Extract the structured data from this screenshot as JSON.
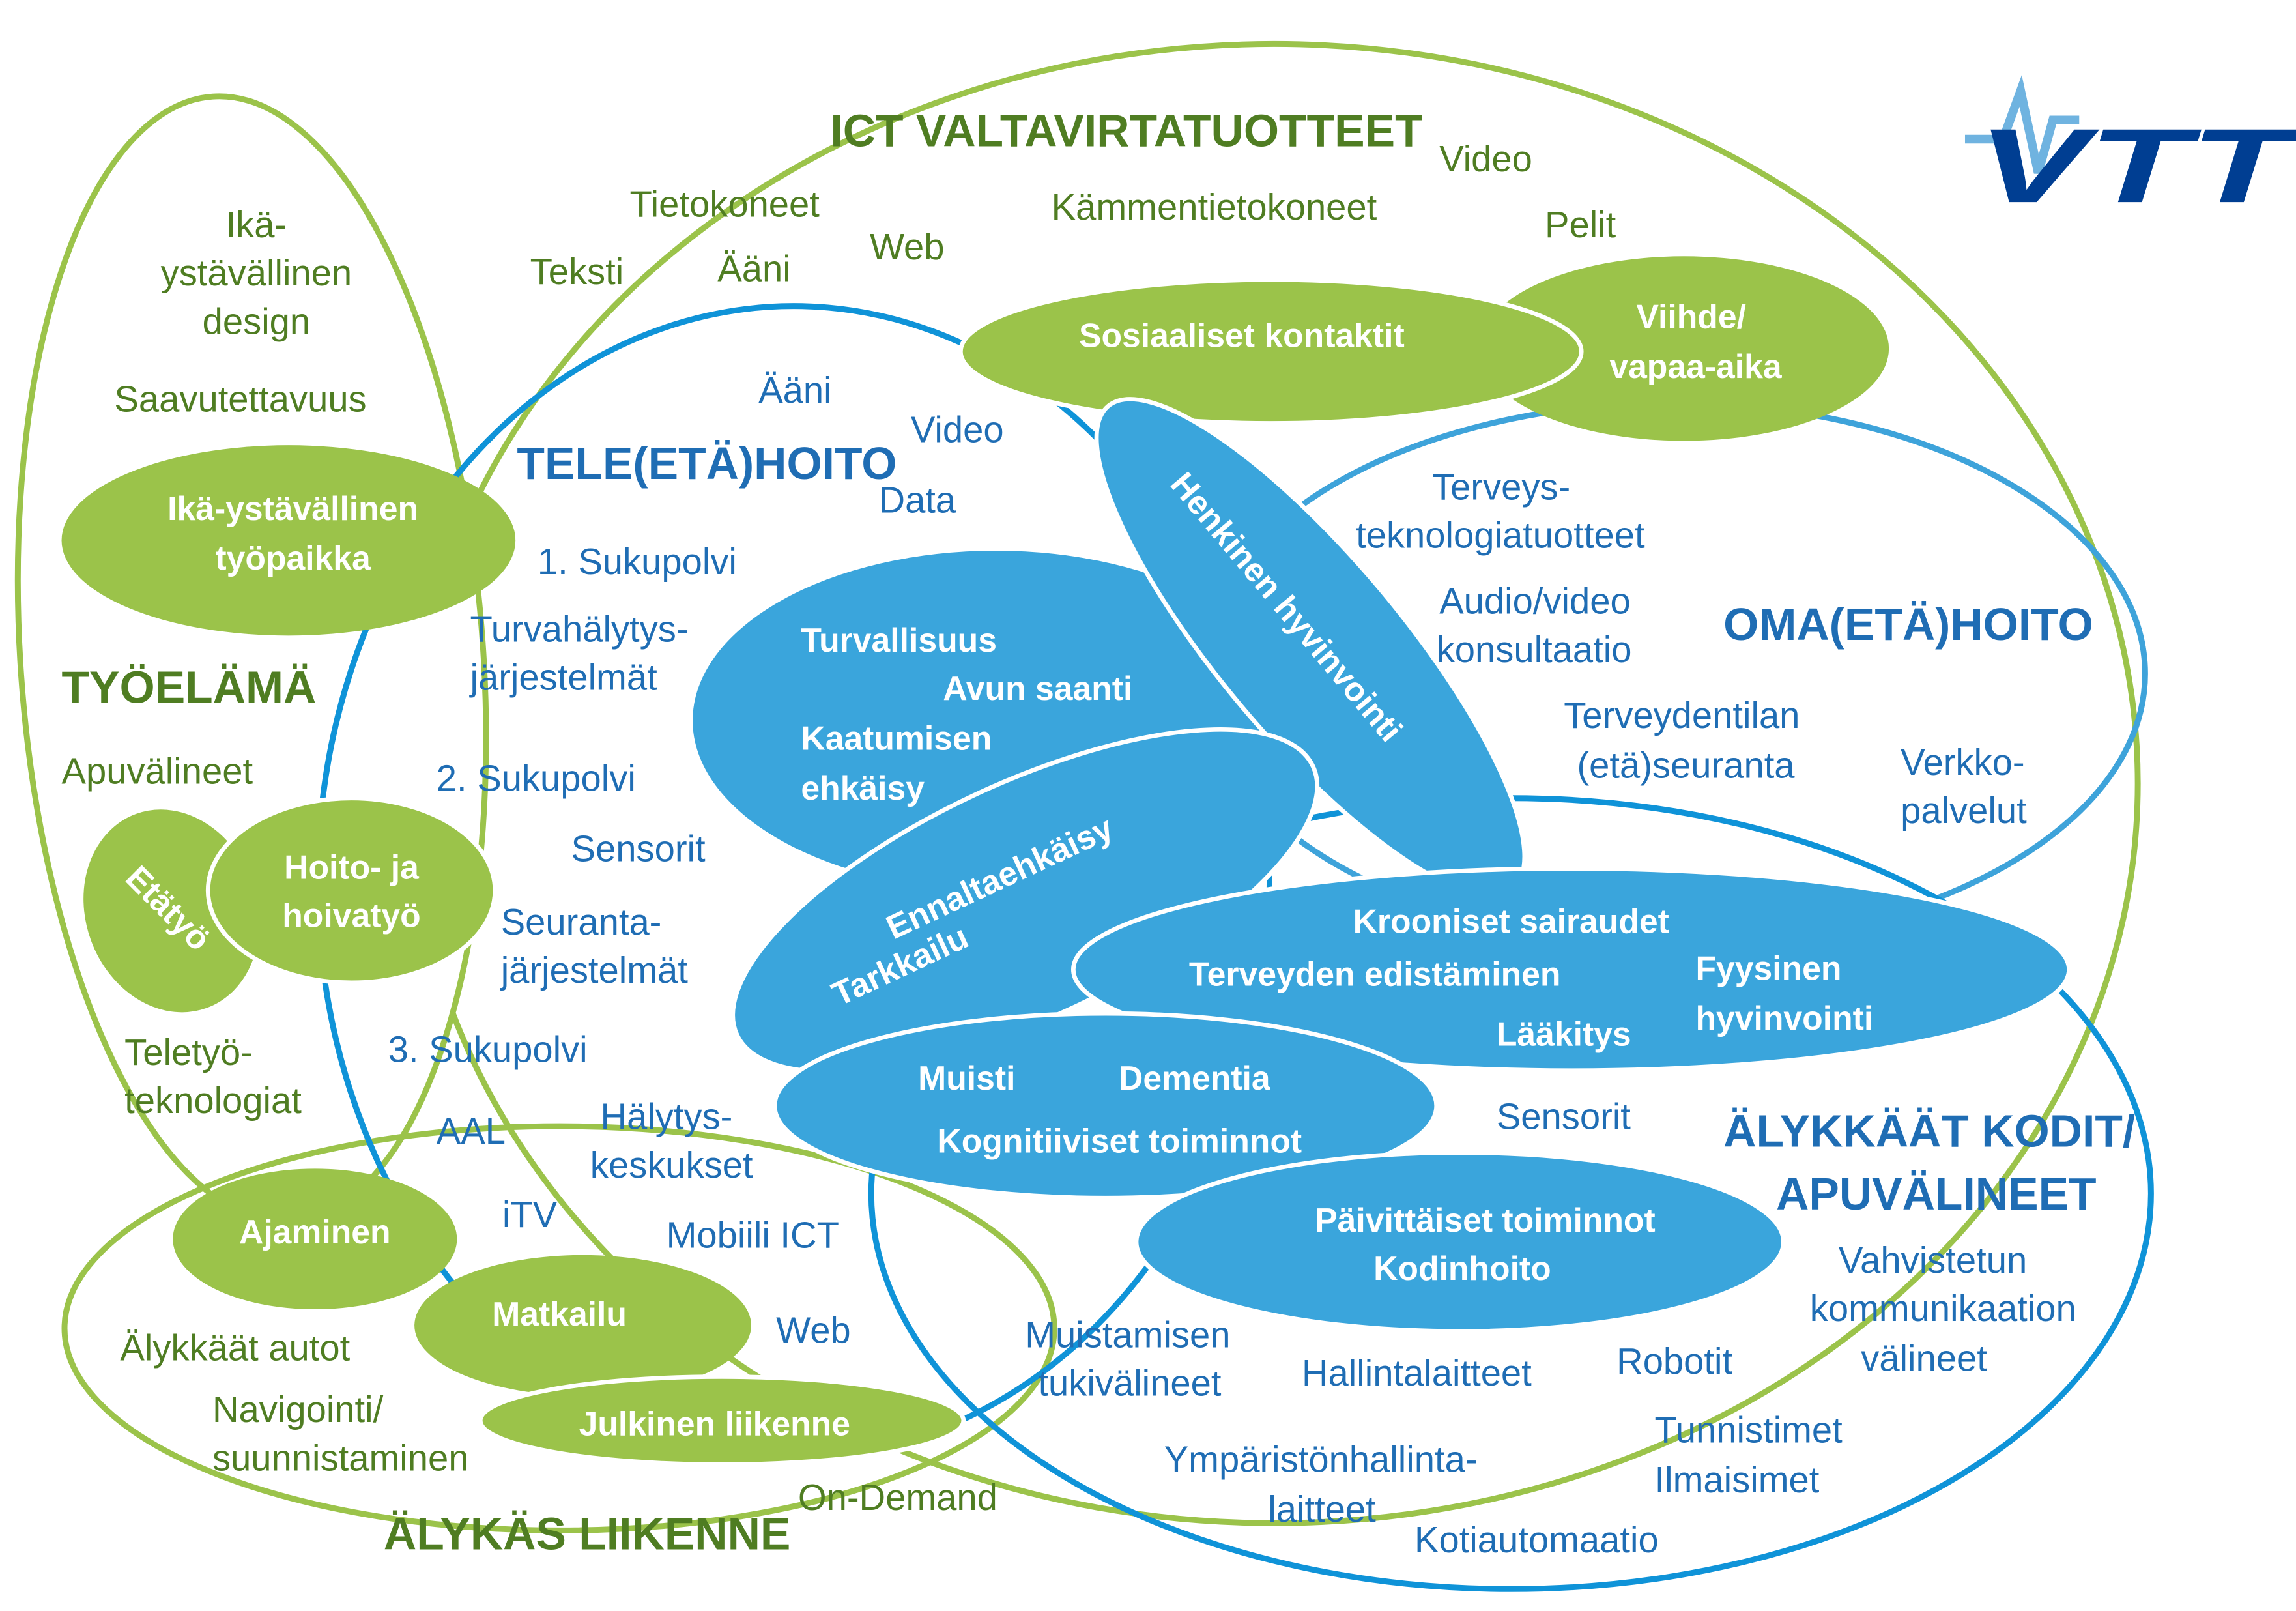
{
  "colors": {
    "green_line": "#9bc34a",
    "green_fill": "#9bc34a",
    "blue_line": "#0f93d8",
    "blue_light_line": "#3ea3da",
    "blue_fill": "#3aa5dc",
    "green_text": "#4f7d22",
    "blue_text": "#1f6db4",
    "logo_blue": "#003e92",
    "logo_light": "#6fb3e0"
  },
  "logo": {
    "text": "VTT"
  },
  "ict": {
    "title": "ICT VALTAVIRTATUOTTEET",
    "items": [
      "Video",
      "Tietokoneet",
      "Kämmentietokoneet",
      "Pelit",
      "Web",
      "Teksti",
      "Ääni"
    ],
    "social": "Sosiaaliset kontaktit",
    "leisure": [
      "Viihde/",
      "vapaa-aika"
    ]
  },
  "work": {
    "title": "TYÖELÄMÄ",
    "design": [
      "Ikä-",
      "ystävällinen",
      "design"
    ],
    "accessibility": "Saavutettavuus",
    "aids": "Apuvälineet",
    "teletech": [
      "Teletyö-",
      "teknologiat"
    ],
    "workplace": [
      "Ikä-ystävällinen",
      "työpaikka"
    ],
    "remote": "Etätyö",
    "care": [
      "Hoito- ja",
      "hoivatyö"
    ]
  },
  "traffic": {
    "title": "ÄLYKÄS LIIKENNE",
    "cars": "Älykkäät autot",
    "nav": [
      "Navigointi/",
      "suunnistaminen"
    ],
    "ondemand": "On-Demand",
    "driving": "Ajaminen",
    "travel": "Matkailu",
    "public": "Julkinen liikenne"
  },
  "tele": {
    "title": "TELE(ETÄ)HOITO",
    "items": [
      "Ääni",
      "Video",
      "Data",
      "1. Sukupolvi",
      "Turvahälytys-",
      "järjestelmät",
      "2. Sukupolvi",
      "Sensorit",
      "Seuranta-",
      "järjestelmät",
      "3. Sukupolvi",
      "AAL",
      "Hälytys-",
      "keskukset",
      "iTV",
      "Mobiili ICT",
      "Web"
    ]
  },
  "oma": {
    "title": "OMA(ETÄ)HOITO",
    "items": [
      "Terveys-",
      "teknologiatuotteet",
      "Audio/video",
      "konsultaatio",
      "Terveydentilan",
      "(etä)seuranta",
      "Verkko-",
      "palvelut"
    ]
  },
  "homes": {
    "title": [
      "ÄLYKKÄÄT KODIT/",
      "APUVÄLINEET"
    ],
    "items": [
      "Sensorit",
      "Vahvistetun",
      "kommunikaation",
      "välineet",
      "Muistamisen",
      "tukivälineet",
      "Hallintalaitteet",
      "Robotit",
      "Tunnistimet",
      "Ilmaisimet",
      "Ympäristönhallinta-",
      "laitteet",
      "Kotiautomaatio"
    ]
  },
  "themes": {
    "safety": [
      "Turvallisuus",
      "Avun saanti",
      "Kaatumisen",
      "ehkäisy"
    ],
    "mental": "Henkinen hyvinvointi",
    "prevention": [
      "Ennaltaehkäisy",
      "Tarkkailu"
    ],
    "chronic": [
      "Krooniset sairaudet",
      "Terveyden edistäminen",
      "Fyysinen",
      "hyvinvointi",
      "Lääkitys"
    ],
    "memory": [
      "Muisti",
      "Dementia",
      "Kognitiiviset toiminnot"
    ],
    "daily": [
      "Päivittäiset toiminnot",
      "Kodinhoito"
    ]
  }
}
